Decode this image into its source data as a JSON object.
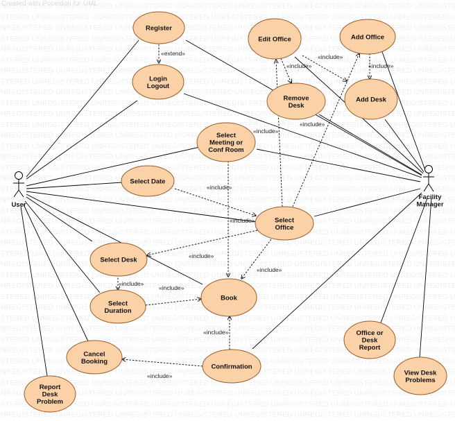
{
  "watermark": {
    "text": "UNREGISTERED",
    "stamp": "Created with Poseidon for UML"
  },
  "colors": {
    "usecase_fill": "#fbd1a8",
    "usecase_stroke": "#9a5b24",
    "line": "#000000"
  },
  "actors": {
    "user": {
      "label": "User"
    },
    "facility_manager": {
      "label": [
        "Facility",
        "Manager"
      ]
    }
  },
  "usecases": {
    "register": {
      "label": [
        "Register"
      ]
    },
    "login": {
      "label": [
        "Login",
        "Logout"
      ]
    },
    "edit_office": {
      "label": [
        "Edit Office"
      ]
    },
    "add_office": {
      "label": [
        "Add Office"
      ]
    },
    "remove_desk": {
      "label": [
        "Remove",
        "Desk"
      ]
    },
    "add_desk": {
      "label": [
        "Add Desk"
      ]
    },
    "select_meeting": {
      "label": [
        "Select",
        "Meeting or",
        "Conf Room"
      ]
    },
    "select_date": {
      "label": [
        "Select Date"
      ]
    },
    "select_office": {
      "label": [
        "Select",
        "Office"
      ]
    },
    "select_desk": {
      "label": [
        "Select Desk"
      ]
    },
    "select_duration": {
      "label": [
        "Select",
        "Duration"
      ]
    },
    "book": {
      "label": [
        "Book"
      ]
    },
    "cancel_booking": {
      "label": [
        "Cancel",
        "Booking"
      ]
    },
    "confirmation": {
      "label": [
        "Confirmation"
      ]
    },
    "report_problem": {
      "label": [
        "Report",
        "Desk",
        "Problem"
      ]
    },
    "office_report": {
      "label": [
        "Office or",
        "Desk",
        "Report"
      ]
    },
    "view_problems": {
      "label": [
        "View Desk",
        "Problems"
      ]
    }
  },
  "relations": {
    "extend": "«extend»",
    "include": "«include»"
  }
}
